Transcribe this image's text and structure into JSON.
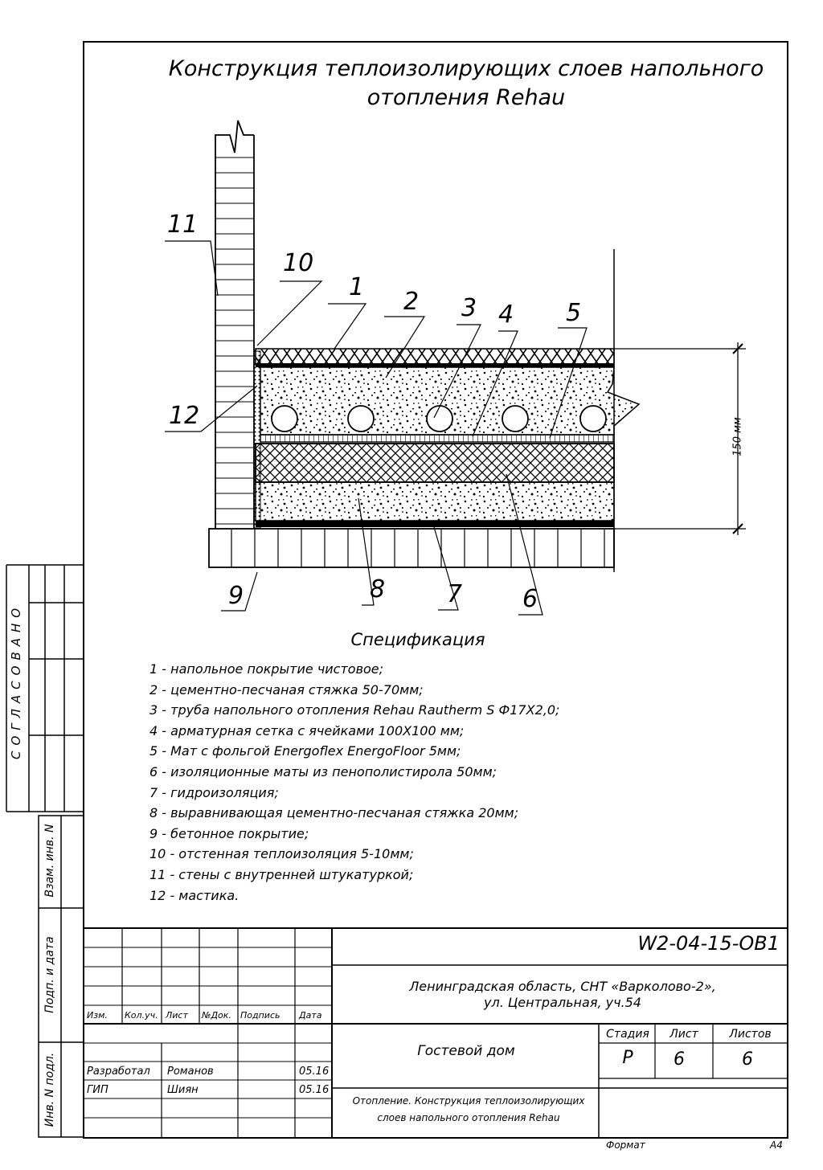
{
  "drawing": {
    "title_line1": "Конструкция теплоизолирующих слоев напольного",
    "title_line2": "отопления Rehau",
    "dimension_label": "150 мм",
    "callouts": [
      "1",
      "2",
      "3",
      "4",
      "5",
      "6",
      "7",
      "8",
      "9",
      "10",
      "11",
      "12"
    ]
  },
  "specification": {
    "title": "Спецификация",
    "items": [
      "1 - напольное покрытие чистовое;",
      "2 - цементно-песчаная стяжка 50-70мм;",
      "3 - труба напольного отопления Rehau Rautherm S Ф17Х2,0;",
      "4 - арматурная сетка с ячейками 100Х100 мм;",
      "5 - Мат с фольгой Energoflex EnergoFloor 5мм;",
      "6 - изоляционные маты из пенополистирола 50мм;",
      "7 - гидроизоляция;",
      "8 - выравнивающая цементно-песчаная стяжка 20мм;",
      "9 - бетонное покрытие;",
      "10 - отстенная теплоизоляция 5-10мм;",
      "11 - стены с внутренней штукатуркой;",
      "12 - мастика."
    ]
  },
  "side_stamp": {
    "agreed": "СОГЛАСОВАНО",
    "vzam_inv": "Взам. инв. N",
    "podp_data": "Подп. и дата",
    "inv_podl": "Инв. N подл."
  },
  "title_block": {
    "code": "W2-04-15-ОВ1",
    "address_line1": "Ленинградская область, СНТ «Варколово-2»,",
    "address_line2": "ул. Центральная, уч.54",
    "headers": {
      "izm": "Изм.",
      "kol_uch": "Кол.уч.",
      "list": "Лист",
      "n_dok": "№Док.",
      "podpis": "Подпись",
      "data": "Дата"
    },
    "stage_header": "Стадия",
    "sheet_header": "Лист",
    "sheets_header": "Листов",
    "stage": "Р",
    "sheet": "6",
    "sheets": "6",
    "object_name": "Гостевой дом",
    "drawing_name_line1": "Отопление. Конструкция теплоизолирующих",
    "drawing_name_line2": "слоев напольного отопления Rehau",
    "rows": [
      {
        "role": "Разработал",
        "name": "Романов",
        "date": "05.16"
      },
      {
        "role": "ГИП",
        "name": "Шиян",
        "date": "05.16"
      }
    ],
    "format_label": "Формат",
    "format_value": "А4"
  }
}
